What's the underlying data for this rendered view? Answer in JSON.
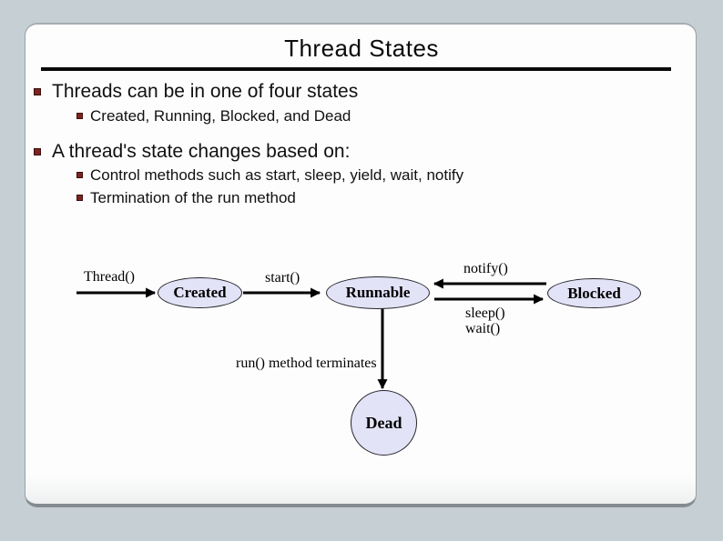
{
  "slide": {
    "title": "Thread States",
    "bullets": [
      {
        "text": "Threads can be in one of four states"
      },
      {
        "text": "Created, Running, Blocked, and Dead"
      },
      {
        "text": "A thread's state changes based on:"
      },
      {
        "text": "Control methods such as start, sleep, yield, wait, notify"
      },
      {
        "text": "Termination of the run method"
      }
    ]
  },
  "diagram": {
    "states": {
      "created": "Created",
      "runnable": "Runnable",
      "blocked": "Blocked",
      "dead": "Dead"
    },
    "labels": {
      "thread": "Thread()",
      "start": "start()",
      "notify": "notify()",
      "sleep": "sleep()",
      "wait": "wait()",
      "run_terminates": "run() method terminates"
    }
  },
  "colors": {
    "background": "#c6cfd4",
    "slide_surface": "#fdfdfe",
    "title_rule": "#0a0a0a",
    "bullet_marker": "#7d2420",
    "state_fill": "#e3e3f8",
    "diagram_ink": "#000000"
  }
}
